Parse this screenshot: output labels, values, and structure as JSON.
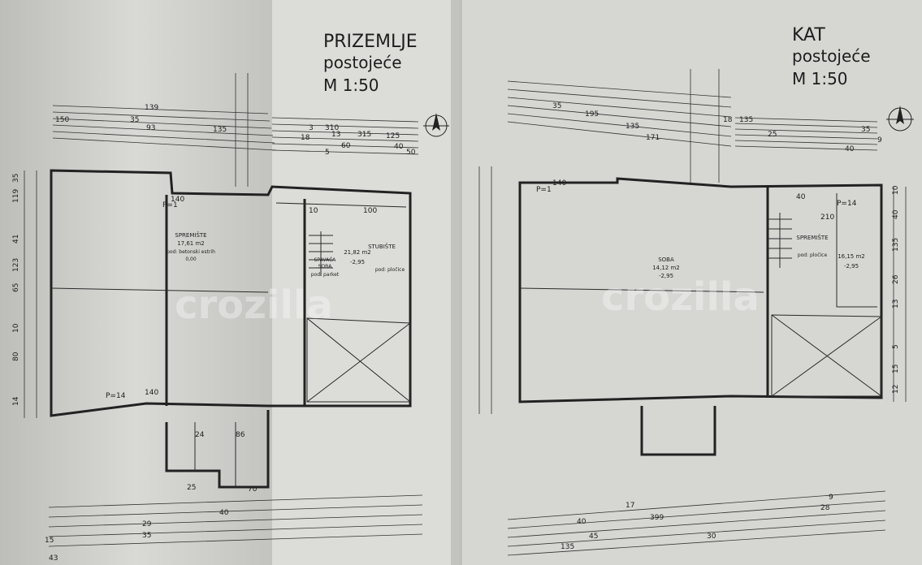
{
  "left_sheet": {
    "title_lines": [
      "PRIZEMLJE",
      "postojeće",
      "M 1:50"
    ],
    "rooms": [
      {
        "lines": [
          "SPREMIŠTE",
          "17,61 m2",
          "pod: betonski estrih",
          "0,00"
        ]
      },
      {
        "lines": [
          "STUBIŠTE",
          "21,82 m2",
          "-2,95",
          "pod: pločice"
        ]
      },
      {
        "lines": [
          "SPAVAĆA",
          "SOBA",
          "pod: parket"
        ]
      }
    ],
    "dim_top": [
      "150",
      "139",
      "35",
      "93",
      "135",
      "310",
      "315",
      "125",
      "60",
      "18",
      "40",
      "50",
      "5",
      "13",
      "3"
    ],
    "dim_left": [
      "35",
      "119",
      "41",
      "123",
      "65",
      "10",
      "80",
      "14"
    ],
    "dim_bottom": [
      "140",
      "24",
      "86",
      "25",
      "70",
      "40",
      "29",
      "35",
      "43",
      "15"
    ],
    "door_labels": [
      "P=1",
      "P=14",
      "140",
      "100",
      "10"
    ]
  },
  "right_sheet": {
    "title_lines": [
      "KAT",
      "postojeće",
      "M 1:50"
    ],
    "rooms": [
      {
        "lines": [
          "SOBA",
          "14,12 m2",
          "-2,95"
        ]
      },
      {
        "lines": [
          "SPREMIŠTE",
          "16,15 m2",
          "pod: pločice",
          "-2,95"
        ]
      }
    ],
    "dim_top": [
      "35",
      "195",
      "135",
      "171",
      "135",
      "35",
      "40",
      "25",
      "18",
      "9"
    ],
    "dim_right": [
      "10",
      "40",
      "135",
      "26",
      "13",
      "5",
      "15",
      "12"
    ],
    "dim_bottom": [
      "399",
      "45",
      "135",
      "30",
      "28",
      "9",
      "17",
      "40"
    ],
    "door_labels": [
      "P=1",
      "P=14",
      "140",
      "210",
      "40"
    ]
  },
  "watermark": "crozilla",
  "north_arrow_icon": "north-arrow-icon"
}
